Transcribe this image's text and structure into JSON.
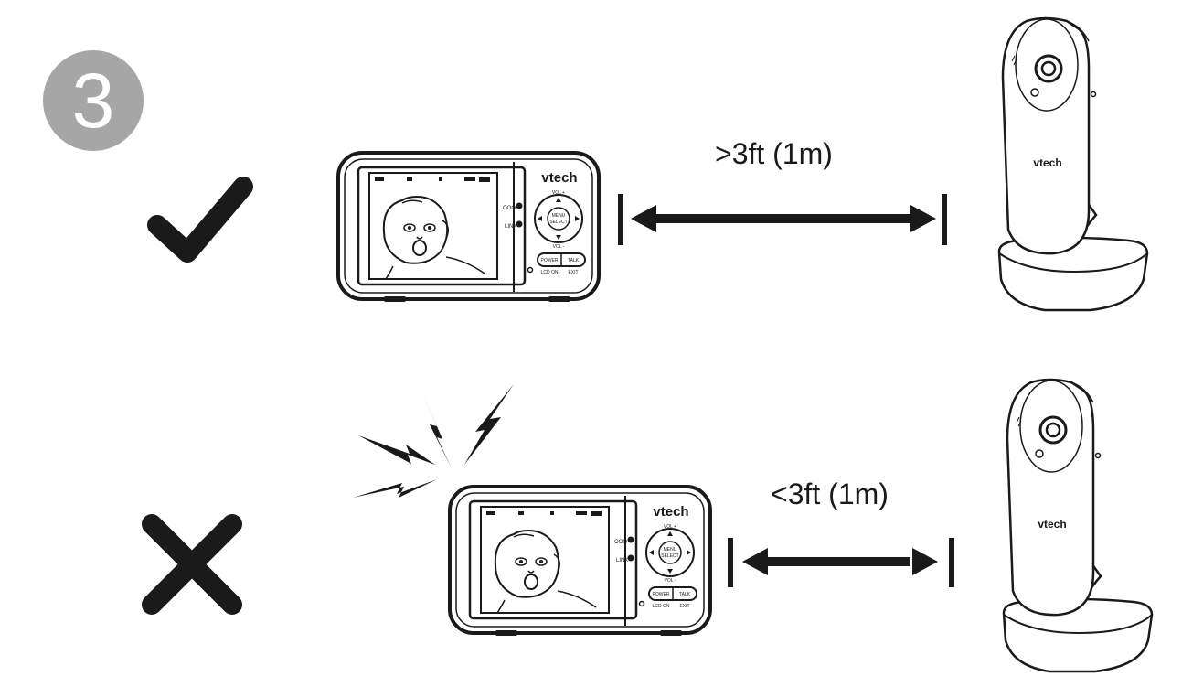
{
  "step": {
    "number": "3",
    "color": "#a6a6a6"
  },
  "rows": [
    {
      "status_icon": "check-icon",
      "distance_label": ">3ft (1m)",
      "interference": false
    },
    {
      "status_icon": "cross-icon",
      "distance_label": "<3ft (1m)",
      "interference": true
    }
  ],
  "parent_unit": {
    "brand": "vtech",
    "vol_up": "VOL +",
    "vol_down": "VOL -",
    "menu_label": "MENU",
    "select_label": "SELECT",
    "power_label": "POWER",
    "talk_label": "TALK",
    "power_sub": "LCD ON",
    "talk_sub": "EXIT",
    "left_icon_label": "LINK"
  },
  "camera": {
    "brand": "vtech"
  },
  "colors": {
    "ink": "#1a1a1a",
    "badge": "#a6a6a6"
  }
}
